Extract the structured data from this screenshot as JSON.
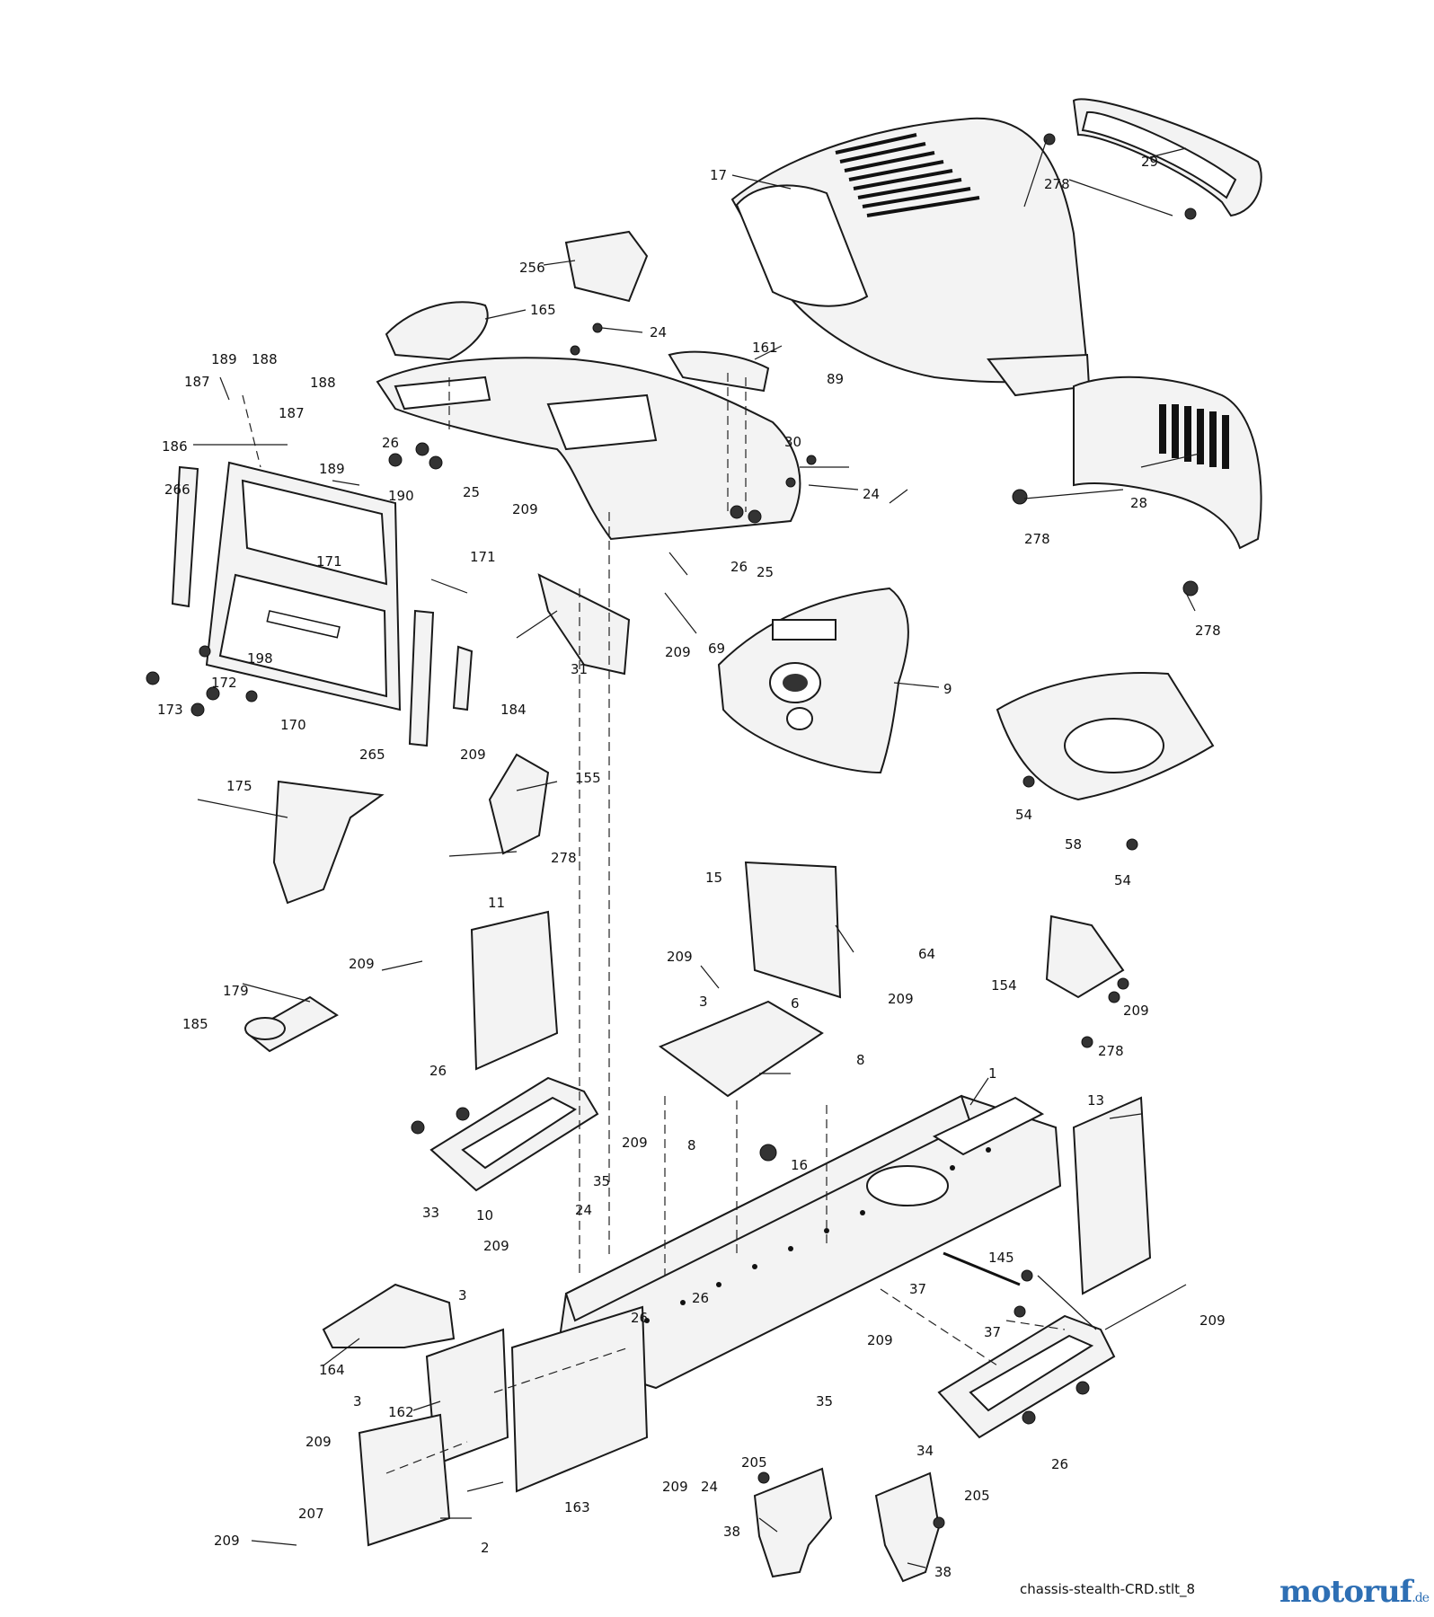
{
  "caption": "chassis-stealth-CRD.stlt_8",
  "brand": {
    "name": "motoruf",
    "suffix": ".de",
    "colors": {
      "text": "#2e6fb4",
      "dot": "#e08a10"
    }
  },
  "labels": [
    {
      "id": "l17",
      "text": "17"
    },
    {
      "id": "l29",
      "text": "29"
    },
    {
      "id": "l278a",
      "text": "278"
    },
    {
      "id": "l256",
      "text": "256"
    },
    {
      "id": "l165",
      "text": "165"
    },
    {
      "id": "l24a",
      "text": "24"
    },
    {
      "id": "l161",
      "text": "161"
    },
    {
      "id": "l89",
      "text": "89"
    },
    {
      "id": "l189a",
      "text": "189"
    },
    {
      "id": "l188a",
      "text": "188"
    },
    {
      "id": "l187a",
      "text": "187"
    },
    {
      "id": "l188b",
      "text": "188"
    },
    {
      "id": "l187b",
      "text": "187"
    },
    {
      "id": "l186",
      "text": "186"
    },
    {
      "id": "l189b",
      "text": "189"
    },
    {
      "id": "l26a",
      "text": "26"
    },
    {
      "id": "l25a",
      "text": "25"
    },
    {
      "id": "l30",
      "text": "30"
    },
    {
      "id": "l24b",
      "text": "24"
    },
    {
      "id": "l28",
      "text": "28"
    },
    {
      "id": "l278b",
      "text": "278"
    },
    {
      "id": "l266",
      "text": "266"
    },
    {
      "id": "l190",
      "text": "190"
    },
    {
      "id": "l171a",
      "text": "171"
    },
    {
      "id": "l171b",
      "text": "171"
    },
    {
      "id": "l209a",
      "text": "209"
    },
    {
      "id": "l26b",
      "text": "26"
    },
    {
      "id": "l25b",
      "text": "25"
    },
    {
      "id": "l278c",
      "text": "278"
    },
    {
      "id": "l198",
      "text": "198"
    },
    {
      "id": "l172",
      "text": "172"
    },
    {
      "id": "l173",
      "text": "173"
    },
    {
      "id": "l170",
      "text": "170"
    },
    {
      "id": "l265",
      "text": "265"
    },
    {
      "id": "l184",
      "text": "184"
    },
    {
      "id": "l31",
      "text": "31"
    },
    {
      "id": "l209b",
      "text": "209"
    },
    {
      "id": "l69",
      "text": "69"
    },
    {
      "id": "l9",
      "text": "9"
    },
    {
      "id": "l175",
      "text": "175"
    },
    {
      "id": "l209c",
      "text": "209"
    },
    {
      "id": "l155",
      "text": "155"
    },
    {
      "id": "l278d",
      "text": "278"
    },
    {
      "id": "l54a",
      "text": "54"
    },
    {
      "id": "l58",
      "text": "58"
    },
    {
      "id": "l54b",
      "text": "54"
    },
    {
      "id": "l11",
      "text": "11"
    },
    {
      "id": "l15",
      "text": "15"
    },
    {
      "id": "l64",
      "text": "64"
    },
    {
      "id": "l209d",
      "text": "209"
    },
    {
      "id": "l209e",
      "text": "209"
    },
    {
      "id": "l154",
      "text": "154"
    },
    {
      "id": "l209f",
      "text": "209"
    },
    {
      "id": "l278e",
      "text": "278"
    },
    {
      "id": "l179",
      "text": "179"
    },
    {
      "id": "l185",
      "text": "185"
    },
    {
      "id": "l3a",
      "text": "3"
    },
    {
      "id": "l6",
      "text": "6"
    },
    {
      "id": "l209g",
      "text": "209"
    },
    {
      "id": "l8a",
      "text": "8"
    },
    {
      "id": "l26c",
      "text": "26"
    },
    {
      "id": "l209h",
      "text": "209"
    },
    {
      "id": "l8b",
      "text": "8"
    },
    {
      "id": "l16",
      "text": "16"
    },
    {
      "id": "l1",
      "text": "1"
    },
    {
      "id": "l13",
      "text": "13"
    },
    {
      "id": "l35a",
      "text": "35"
    },
    {
      "id": "l33",
      "text": "33"
    },
    {
      "id": "l10",
      "text": "10"
    },
    {
      "id": "l24c",
      "text": "24"
    },
    {
      "id": "l209i",
      "text": "209"
    },
    {
      "id": "l26d",
      "text": "26"
    },
    {
      "id": "l145",
      "text": "145"
    },
    {
      "id": "l37a",
      "text": "37"
    },
    {
      "id": "l3b",
      "text": "3"
    },
    {
      "id": "l26e",
      "text": "26"
    },
    {
      "id": "l37b",
      "text": "37"
    },
    {
      "id": "l209j",
      "text": "209"
    },
    {
      "id": "l209k",
      "text": "209"
    },
    {
      "id": "l164",
      "text": "164"
    },
    {
      "id": "l3c",
      "text": "3"
    },
    {
      "id": "l162",
      "text": "162"
    },
    {
      "id": "l35b",
      "text": "35"
    },
    {
      "id": "l34",
      "text": "34"
    },
    {
      "id": "l209l",
      "text": "209"
    },
    {
      "id": "l207",
      "text": "207"
    },
    {
      "id": "l163",
      "text": "163"
    },
    {
      "id": "l209m",
      "text": "209"
    },
    {
      "id": "l24d",
      "text": "24"
    },
    {
      "id": "l205a",
      "text": "205"
    },
    {
      "id": "l26f",
      "text": "26"
    },
    {
      "id": "l205b",
      "text": "205"
    },
    {
      "id": "l209n",
      "text": "209"
    },
    {
      "id": "l2",
      "text": "2"
    },
    {
      "id": "l38a",
      "text": "38"
    },
    {
      "id": "l38b",
      "text": "38"
    }
  ]
}
